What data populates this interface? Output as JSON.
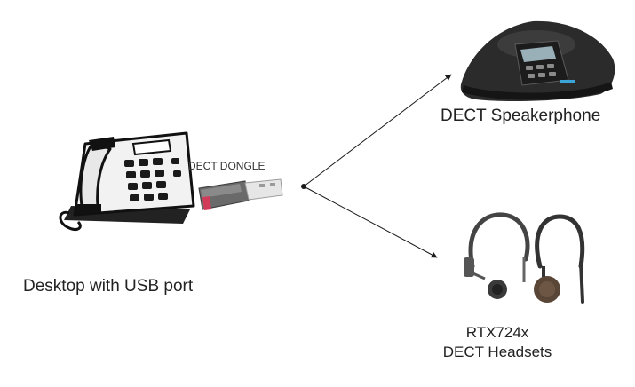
{
  "labels": {
    "speakerphone": "DECT Speakerphone",
    "dongle": "DECT DONGLE",
    "desktop": "Desktop with USB port",
    "headsets_line1": "RTX724x",
    "headsets_line2": "DECT Headsets"
  },
  "icons": {
    "desk_phone": "desk-phone-icon",
    "usb_dongle": "usb-dongle-icon",
    "speakerphone": "conference-speakerphone-icon",
    "headsets": "headset-icon"
  },
  "colors": {
    "background": "#ffffff",
    "text": "#222222",
    "arrow": "#1a1a1a",
    "dongle_accent": "#d23a5a"
  }
}
